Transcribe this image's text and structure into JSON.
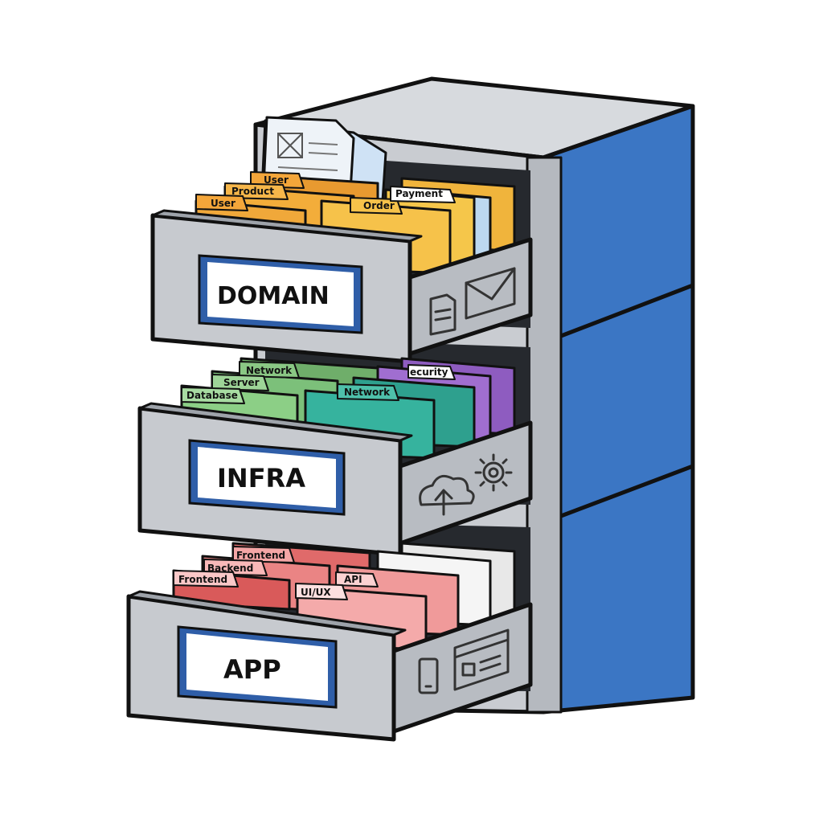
{
  "colors": {
    "cabinet_gray": "#c9ccd1",
    "cabinet_dark": "#9ea3aa",
    "side_blue": "#3b76c4",
    "label_border": "#2f5ea8",
    "outline": "#111111"
  },
  "drawers": [
    {
      "label": "DOMAIN",
      "tabs": [
        "User",
        "Product",
        "User",
        "Order",
        "Payment"
      ],
      "icons": [
        "document-icon",
        "envelope-icon"
      ]
    },
    {
      "label": "INFRA",
      "tabs": [
        "Network",
        "Server",
        "Database",
        "Network",
        "ecurity"
      ],
      "icons": [
        "cloud-upload-icon",
        "gear-icon"
      ]
    },
    {
      "label": "APP",
      "tabs": [
        "Frontend",
        "Backend",
        "Frontend",
        "API",
        "UI/UX"
      ],
      "icons": [
        "mobile-icon",
        "browser-window-icon"
      ]
    }
  ]
}
